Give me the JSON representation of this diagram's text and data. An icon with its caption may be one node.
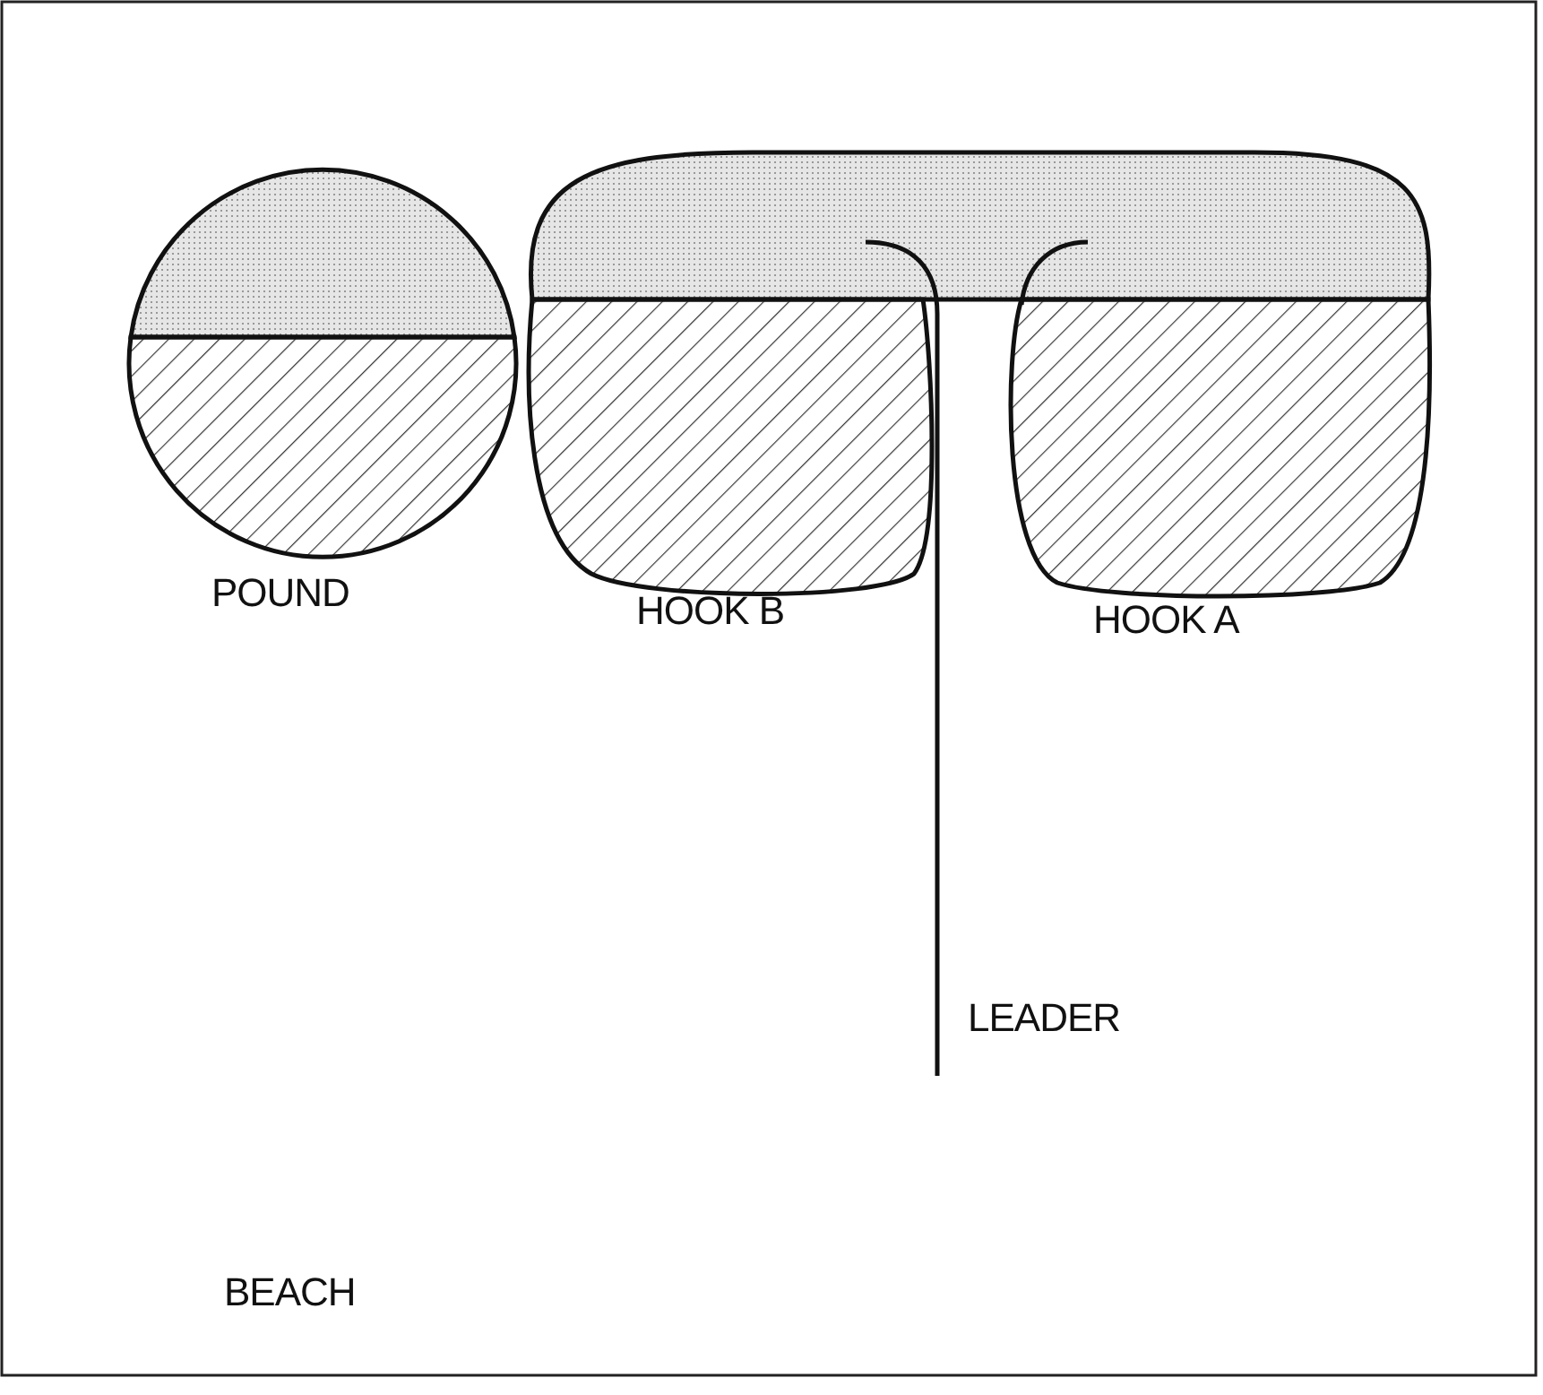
{
  "diagram": {
    "labels": [
      "POUND",
      "HOOK B",
      "HOOK A",
      "LEADER",
      "BEACH"
    ]
  }
}
